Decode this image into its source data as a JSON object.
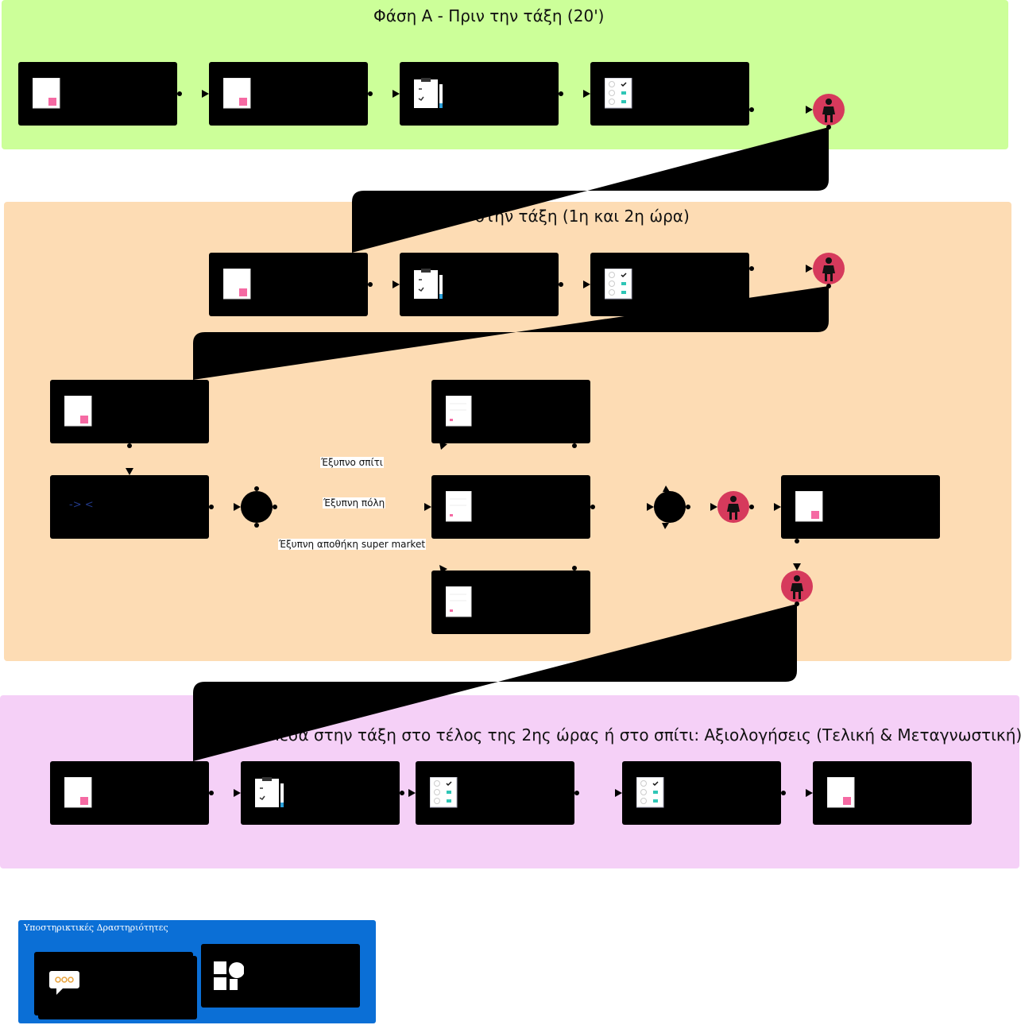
{
  "phases": {
    "a": {
      "title": "Φάση Α - Πριν την τάξη (20')",
      "color": "#ccff99"
    },
    "b": {
      "title": "Φάση Β - Μέσα στην τάξη (1η και 2η ώρα)",
      "color": "#fddcb4"
    },
    "c": {
      "title": "Φάση Γ - Μέσα στην τάξη στο τέλος της 2ης ώρας ή στο σπίτι: Αξιολογήσεις (Τελική & Μεταγνωστική)",
      "color": "#f5d0f7"
    }
  },
  "branch_labels": {
    "smart_home": "Έξυπνο σπίτι",
    "smart_city": "Έξυπνη πόλη",
    "smart_warehouse": "Έξυπνη αποθήκη super market"
  },
  "node_glyph": "-> <",
  "support": {
    "title": "Υποστηρικτικές Δραστηριότητες",
    "color": "#0b6fd6"
  },
  "colors": {
    "node": "#000000",
    "role": "#d63a5c",
    "doc_accent": "#f56aa3",
    "check_accent": "#2fc6b6"
  }
}
